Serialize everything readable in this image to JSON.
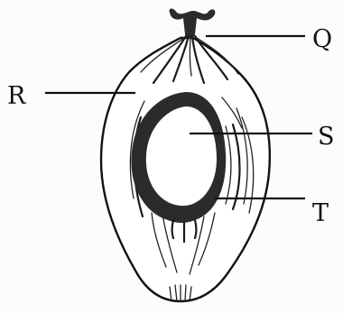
{
  "diagram": {
    "labels": {
      "q": "Q",
      "r": "R",
      "s": "S",
      "t": "T"
    },
    "colors": {
      "ink": "#111111",
      "background": "#fcfcfc"
    }
  }
}
